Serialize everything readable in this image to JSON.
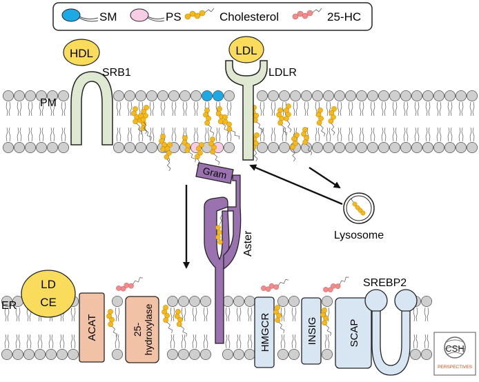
{
  "legend": {
    "items": [
      {
        "label": "SM",
        "icon": "sm-lipid-icon",
        "color": "#1ca9e6"
      },
      {
        "label": "PS",
        "icon": "ps-lipid-icon",
        "color": "#f7cde6"
      },
      {
        "label": "Cholesterol",
        "icon": "cholesterol-icon",
        "color": "#f6b81a"
      },
      {
        "label": "25-HC",
        "icon": "hydroxycholesterol-icon",
        "color": "#f08c8c"
      }
    ]
  },
  "membranes": {
    "pm_label": "PM",
    "er_label": "ER"
  },
  "proteins": {
    "hdl": "HDL",
    "srb1": "SRB1",
    "ldl": "LDL",
    "ldlr": "LDLR",
    "gram": "Gram",
    "aster": "Aster",
    "lysosome": "Lysosome",
    "ld_line1": "LD",
    "ld_line2": "CE",
    "acat": "ACAT",
    "hydroxylase_line1": "25-",
    "hydroxylase_line2": "hydroxylase",
    "hmgcr": "HMGCR",
    "insig": "INSIG",
    "scap": "SCAP",
    "srebp2": "SREBP2"
  },
  "logo": {
    "line1": "CSH",
    "line2": "PERSPECTIVES"
  },
  "colors": {
    "lipid_head": "#cfcfcf",
    "sm": "#1ca9e6",
    "ps": "#f7cde6",
    "cholesterol": "#f6b81a",
    "hc25": "#f08c8c",
    "receptor_fill": "#dfe9d2",
    "aster_fill": "#9b72b0",
    "ld_fill": "#f9dc5c",
    "er_enzyme_fill": "#f2c2a6",
    "er_protein_fill": "#d7e6f2"
  }
}
